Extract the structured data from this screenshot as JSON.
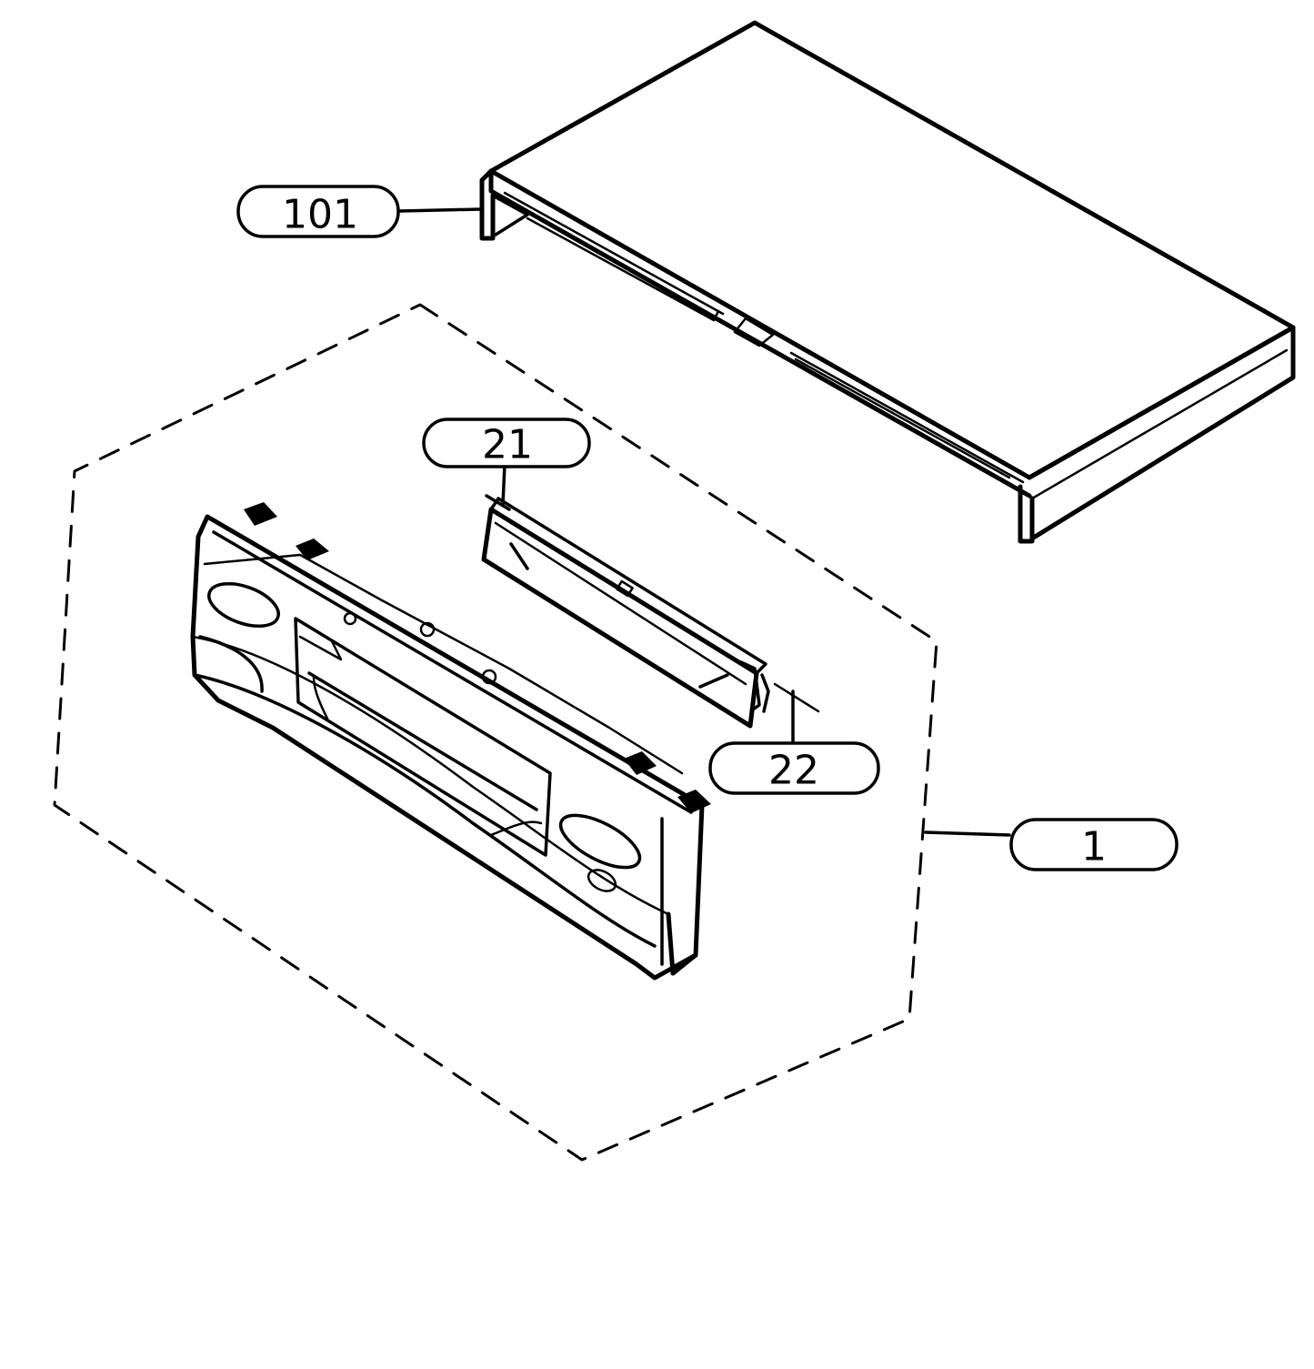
{
  "callouts": {
    "top_cover": "101",
    "front_panel_assembly": "1",
    "display_window": "21",
    "window_part": "22"
  }
}
